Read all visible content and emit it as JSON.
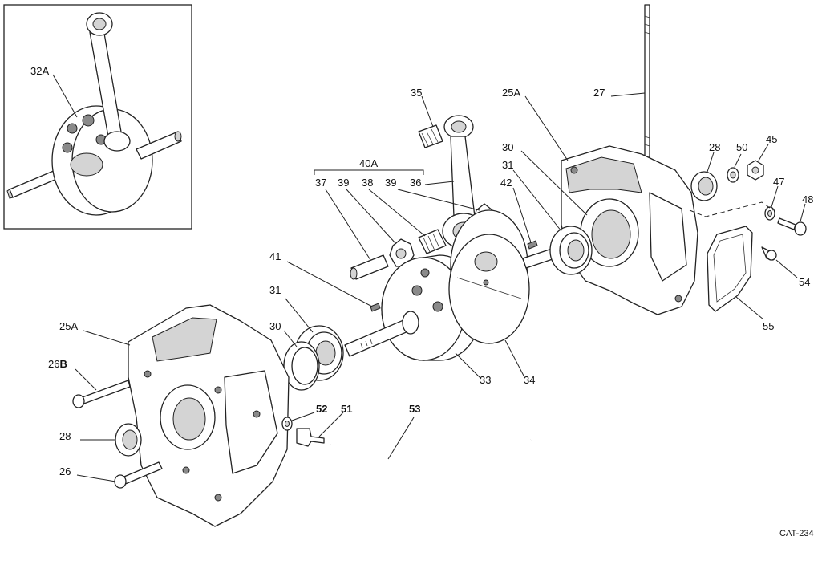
{
  "diagram": {
    "catalog_code": "CAT-234",
    "callouts": {
      "inset_crankshaft": "32A",
      "small_end_bearing": "35",
      "half_case_right": "25A",
      "stud": "27",
      "oil_seal_right": "28",
      "washer_50": "50",
      "nut": "45",
      "washer_47": "47",
      "screw_48": "48",
      "crank_group": "40A",
      "pin": "37",
      "cage_left": "39",
      "roller_bearing": "38",
      "cage_right": "39",
      "connecting_rod": "36",
      "ball_bearing_right": "31",
      "seal_30_right": "30",
      "key": "42",
      "woodruff": "41",
      "ball_bearing_left": "31",
      "seal_30_left": "30",
      "flywheel_left": "33",
      "flywheel_right": "34",
      "half_case_left": "25A",
      "screw_26b_num": "26",
      "screw_26b_suffix": "B",
      "oil_seal_left": "28",
      "screw_26": "26",
      "washer_52": "52",
      "fitting_51": "51",
      "hose": "53",
      "cover_screw": "54",
      "cover_plate": "55"
    }
  }
}
